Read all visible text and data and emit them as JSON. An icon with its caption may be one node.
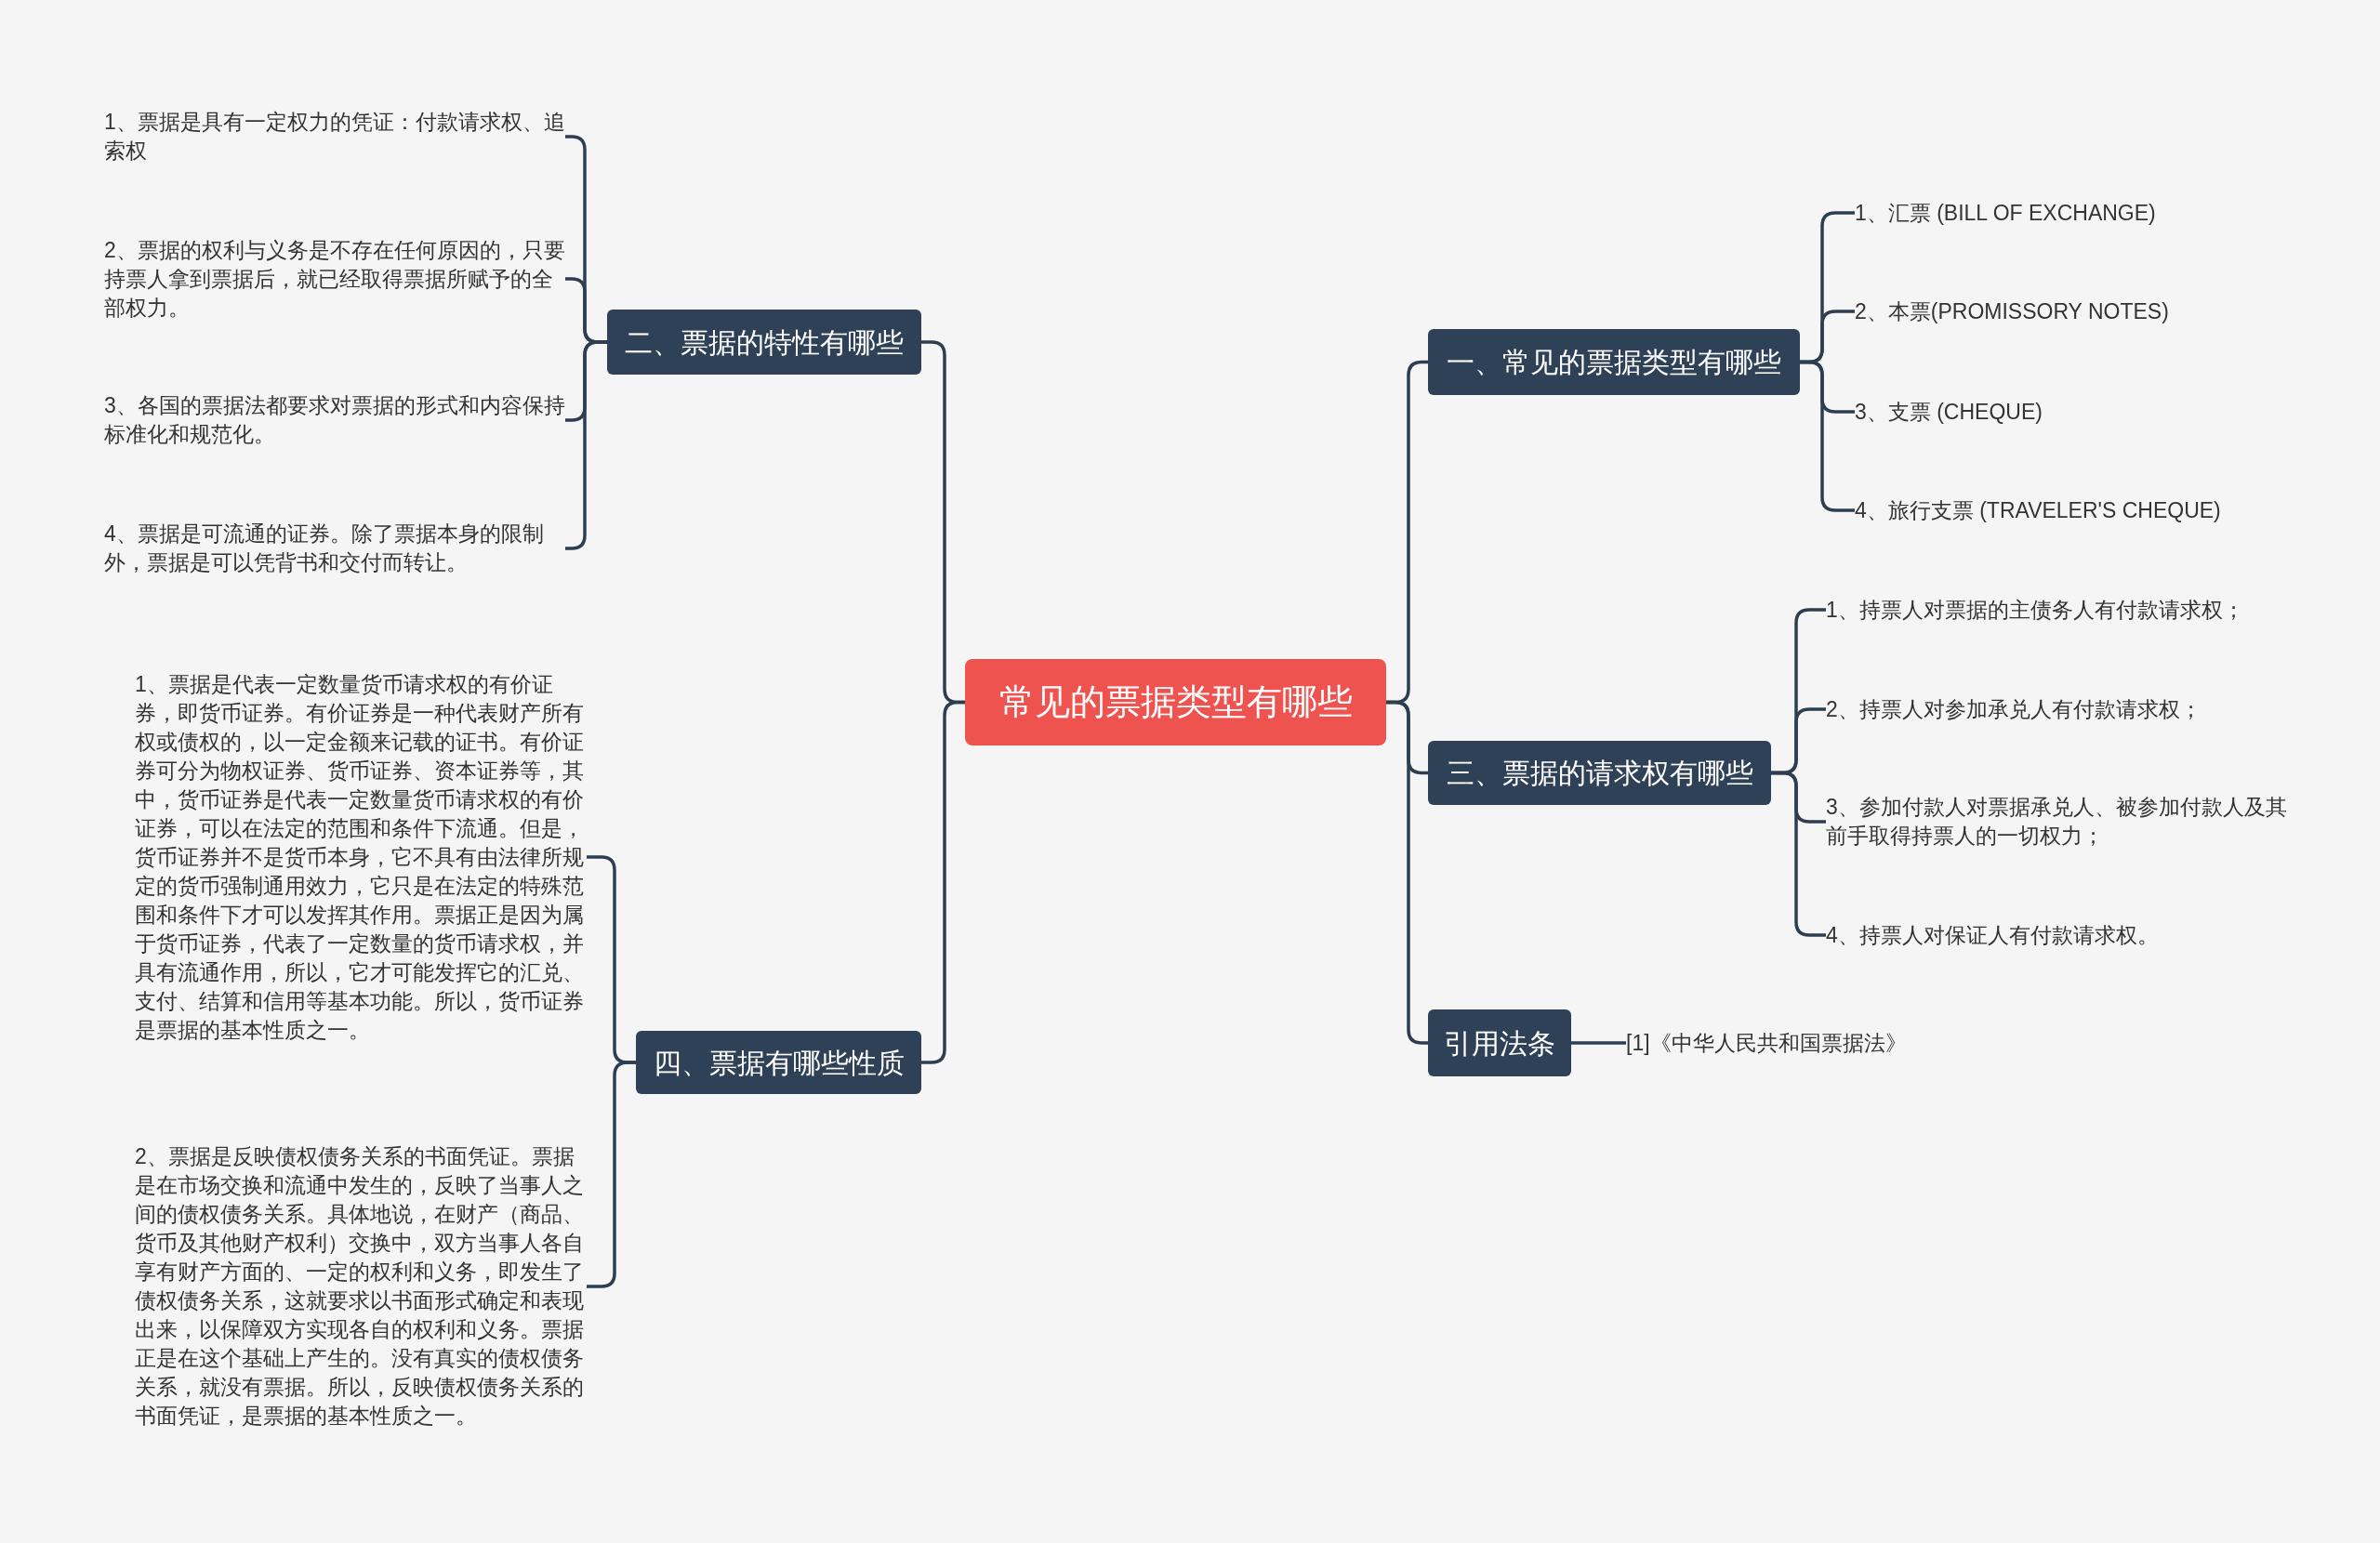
{
  "diagram": {
    "nodes": [
      {
        "text": [
          "常见的票据类型有哪些"
        ]
      },
      {
        "text": [
          "一、常见的票据类型有哪些"
        ]
      },
      {
        "text": [
          "1、汇票 (BILL OF EXCHANGE)"
        ]
      },
      {
        "text": [
          "2、本票(PROMISSORY NOTES)"
        ]
      },
      {
        "text": [
          "3、支票 (CHEQUE)"
        ]
      },
      {
        "text": [
          "4、旅行支票 (TRAVELER'S CHEQUE)"
        ]
      },
      {
        "text": [
          "三、票据的请求权有哪些"
        ]
      },
      {
        "text": [
          "1、持票人对票据的主债务人有付款请求权；"
        ]
      },
      {
        "text": [
          "2、持票人对参加承兑人有付款请求权；"
        ]
      },
      {
        "text": [
          "3、参加付款人对票据承兑人、被参加付款人及其前手取得持票人的一切权力；"
        ]
      },
      {
        "text": [
          "4、持票人对保证人有付款请求权。"
        ]
      },
      {
        "text": [
          "引用法条"
        ]
      },
      {
        "text": [
          "[1]《中华人民共和国票据法》"
        ]
      },
      {
        "text": [
          "二、票据的特性有哪些"
        ]
      },
      {
        "text": [
          "1、票据是具有一定权力的凭证：付款请求权、追索权"
        ]
      },
      {
        "text": [
          "2、票据的权利与义务是不存在任何原因的，只要持票人拿到票据后，就已经取得票据所赋予的全部权力。"
        ]
      },
      {
        "text": [
          "3、各国的票据法都要求对票据的形式和内容保持标准化和规范化。"
        ]
      },
      {
        "text": [
          "4、票据是可流通的证券。除了票据本身的限制外，票据是可以凭背书和交付而转让。"
        ]
      },
      {
        "text": [
          "四、票据有哪些性质"
        ]
      },
      {
        "text": [
          "1、票据是代表一定数量货币请求权的有价证券，即货币证券。有价证券是一种代表财产所有权或债权的，以一定金额来记载的证书。有价证券可分为物权证券、货币证券、资本证券等，其中，货币证券是代表一定数量货币请求权的有价证券，可以在法定的范围和条件下流通。但是，货币证券并不是货币本身，它不具有由法律所规定的货币强制通用效力，它只是在法定的特殊范围和条件下才可以发挥其作用。票据正是因为属于货币证券，代表了一定数量的货币请求权，并具有流通作用，所以，它才可能发挥它的汇兑、支付、结算和信用等基本功能。所以，货币证券是票据的基本性质之一。"
        ]
      },
      {
        "text": [
          "2、票据是反映债权债务关系的书面凭证。票据是在市场交换和流通中发生的，反映了当事人之间的债权债务关系。具体地说，在财产（商品、货币及其他财产权利）交换中，双方当事人各自享有财产方面的、一定的权利和义务，即发生了债权债务关系，这就要求以书面形式确定和表现出来，以保障双方实现各自的权利和义务。票据正是在这个基础上产生的。没有真实的债权债务关系，就没有票据。所以，反映债权债务关系的书面凭证，是票据的基本性质之一。"
        ]
      }
    ],
    "edges": [
      {
        "from": 0,
        "to": 1,
        "arrow": "none"
      },
      {
        "from": 1,
        "to": 2,
        "arrow": "none"
      },
      {
        "from": 1,
        "to": 3,
        "arrow": "none"
      },
      {
        "from": 1,
        "to": 4,
        "arrow": "none"
      },
      {
        "from": 1,
        "to": 5,
        "arrow": "none"
      },
      {
        "from": 0,
        "to": 6,
        "arrow": "none"
      },
      {
        "from": 6,
        "to": 7,
        "arrow": "none"
      },
      {
        "from": 6,
        "to": 8,
        "arrow": "none"
      },
      {
        "from": 6,
        "to": 9,
        "arrow": "none"
      },
      {
        "from": 6,
        "to": 10,
        "arrow": "none"
      },
      {
        "from": 0,
        "to": 11,
        "arrow": "none"
      },
      {
        "from": 11,
        "to": 12,
        "arrow": "none"
      },
      {
        "from": 0,
        "to": 13,
        "arrow": "none"
      },
      {
        "from": 13,
        "to": 14,
        "arrow": "none"
      },
      {
        "from": 13,
        "to": 15,
        "arrow": "none"
      },
      {
        "from": 13,
        "to": 16,
        "arrow": "none"
      },
      {
        "from": 13,
        "to": 17,
        "arrow": "none"
      },
      {
        "from": 0,
        "to": 18,
        "arrow": "none"
      },
      {
        "from": 18,
        "to": 19,
        "arrow": "none"
      },
      {
        "from": 18,
        "to": 20,
        "arrow": "none"
      }
    ]
  }
}
